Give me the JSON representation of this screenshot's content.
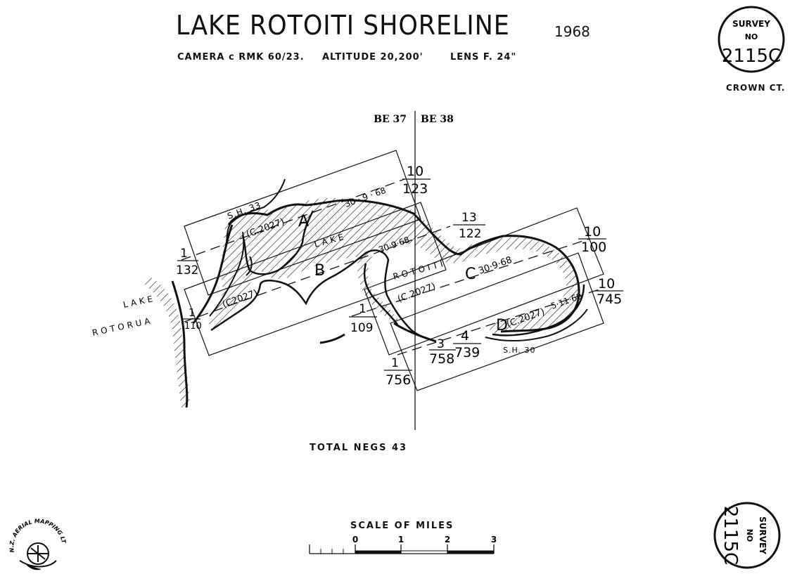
{
  "header": {
    "title": "LAKE ROTOITI SHORELINE",
    "year": "1968",
    "camera": "CAMERA c RMK 60/23.",
    "altitude": "ALTITUDE 20,200'",
    "lens": "LENS F. 24\""
  },
  "seal": {
    "line1": "SURVEY",
    "line2": "NO",
    "number": "2115C",
    "owner": "CROWN CT."
  },
  "sheets": {
    "left": "BE 37",
    "right": "BE 38"
  },
  "places": {
    "lake_left_1": "LAKE",
    "lake_left_2": "ROTORUA",
    "lake_word": "LAKE",
    "rotoiti_word": "ROTOITI",
    "highway_33": "S.H. 33",
    "highway_30": "S.H. 30"
  },
  "strips": [
    {
      "letter": "A",
      "camera": "(C.2027)",
      "date": "30 · 9 · 68",
      "start_num": "1",
      "start_den": "132",
      "end_num": "10",
      "end_den": "123"
    },
    {
      "letter": "B",
      "camera": "(C2027)",
      "date": "30·9·68",
      "start_num": "1",
      "start_den": "110",
      "end_num": "13",
      "end_den": "122"
    },
    {
      "letter": "C",
      "camera": "(C.2027)",
      "date": "30·9·68",
      "start_num": "1",
      "start_den": "109",
      "end_num": "10",
      "end_den": "100"
    },
    {
      "letter": "D",
      "camera": "(C.2027)",
      "date": "5·11·68",
      "start_num": "1",
      "start_den": "756",
      "end_num": "10",
      "end_den": "745"
    }
  ],
  "extra_frames": {
    "f3_num": "3",
    "f3_den": "758",
    "f4_num": "4",
    "f4_den": "739"
  },
  "footer": {
    "total_negs": "TOTAL NEGS 43",
    "scale_title": "SCALE OF MILES",
    "scale_ticks": [
      "0",
      "1",
      "2",
      "3"
    ]
  },
  "logo": {
    "arc_text": "N.Z. AERIAL MAPPING LTD"
  },
  "colors": {
    "ink": "#111111",
    "paper": "#ffffff"
  }
}
